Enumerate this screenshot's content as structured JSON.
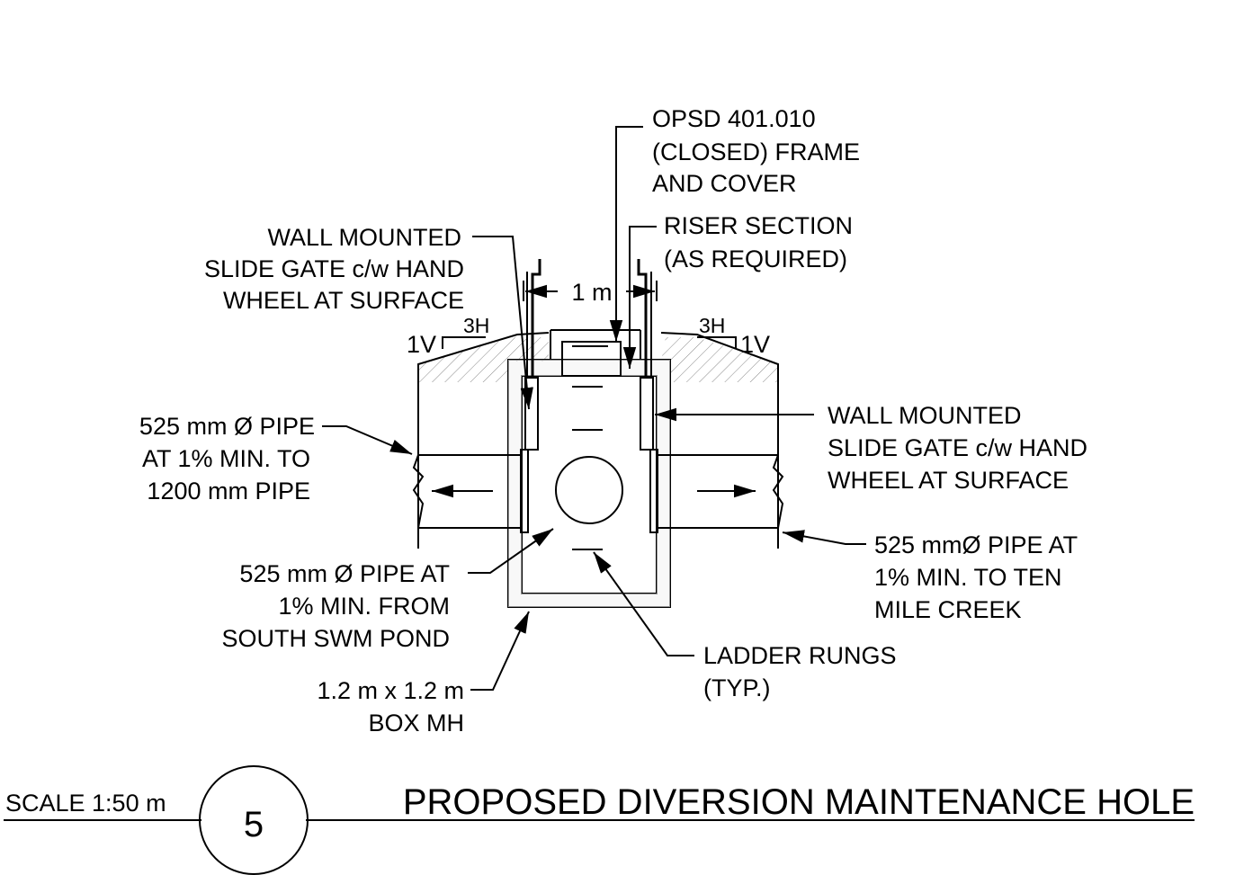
{
  "labels": {
    "frame_cover": [
      "OPSD 401.010",
      "(CLOSED) FRAME",
      "AND COVER"
    ],
    "riser": [
      "RISER SECTION",
      "(AS REQUIRED)"
    ],
    "gate_left": [
      "WALL MOUNTED",
      "SLIDE GATE c/w HAND",
      "WHEEL AT SURFACE"
    ],
    "gate_right": [
      "WALL MOUNTED",
      "SLIDE GATE c/w HAND",
      "WHEEL AT SURFACE"
    ],
    "pipe_left": [
      "525 mm Ø PIPE",
      "AT 1% MIN. TO",
      "1200 mm PIPE"
    ],
    "pipe_inlet": [
      "525 mm Ø PIPE AT",
      "1% MIN. FROM",
      "SOUTH SWM POND"
    ],
    "pipe_right": [
      "525 mmØ PIPE AT",
      "1% MIN. TO TEN",
      "MILE CREEK"
    ],
    "ladder": [
      "LADDER RUNGS",
      "(TYP.)"
    ],
    "box_mh": [
      "1.2 m x 1.2 m",
      "BOX MH"
    ],
    "dimension": "1 m",
    "slope_left_h": "3H",
    "slope_left_v": "1V",
    "slope_right_h": "3H",
    "slope_right_v": "1V"
  },
  "footer": {
    "scale": "SCALE 1:50 m",
    "detail_number": "5",
    "title": "PROPOSED DIVERSION MAINTENANCE HOLE"
  }
}
